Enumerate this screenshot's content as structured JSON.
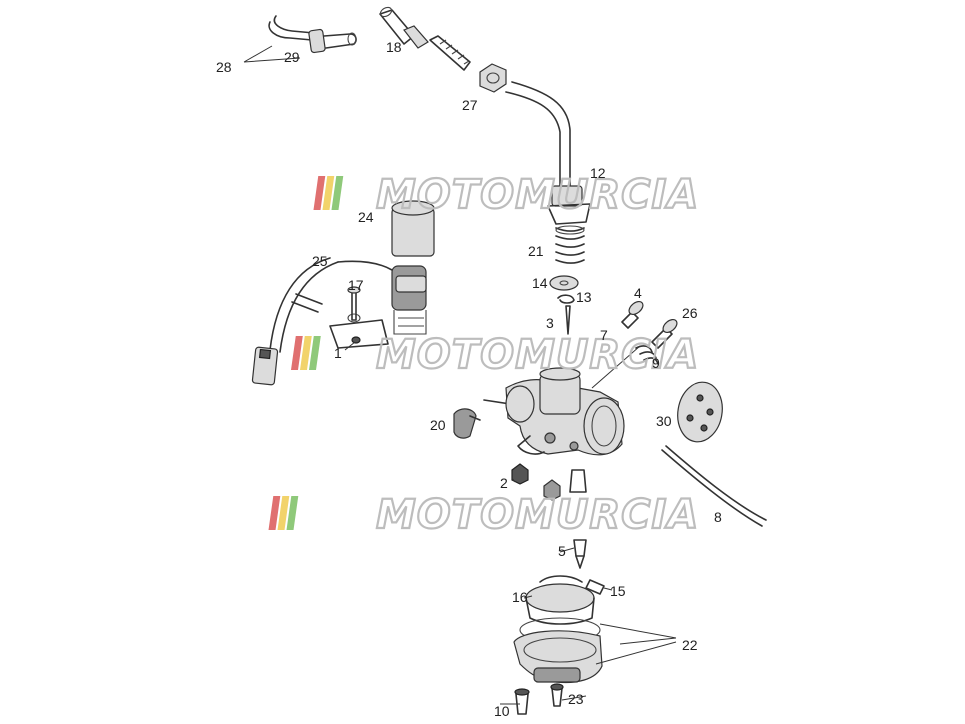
{
  "watermark": {
    "text": "MOTOMURCIA",
    "stripe_colors": [
      "#e07070",
      "#f2d36b",
      "#8fc97a"
    ]
  },
  "labels": [
    {
      "id": "1",
      "text": "1"
    },
    {
      "id": "2",
      "text": "2"
    },
    {
      "id": "3",
      "text": "3"
    },
    {
      "id": "4",
      "text": "4"
    },
    {
      "id": "5",
      "text": "5"
    },
    {
      "id": "7",
      "text": "7"
    },
    {
      "id": "8",
      "text": "8"
    },
    {
      "id": "9",
      "text": "9"
    },
    {
      "id": "10",
      "text": "10"
    },
    {
      "id": "12",
      "text": "12"
    },
    {
      "id": "13",
      "text": "13"
    },
    {
      "id": "14",
      "text": "14"
    },
    {
      "id": "15",
      "text": "15"
    },
    {
      "id": "16",
      "text": "16"
    },
    {
      "id": "17",
      "text": "17"
    },
    {
      "id": "18",
      "text": "18"
    },
    {
      "id": "20",
      "text": "20"
    },
    {
      "id": "21",
      "text": "21"
    },
    {
      "id": "22",
      "text": "22"
    },
    {
      "id": "23",
      "text": "23"
    },
    {
      "id": "24",
      "text": "24"
    },
    {
      "id": "25",
      "text": "25"
    },
    {
      "id": "26",
      "text": "26"
    },
    {
      "id": "27",
      "text": "27"
    },
    {
      "id": "28",
      "text": "28"
    },
    {
      "id": "29",
      "text": "29"
    },
    {
      "id": "30",
      "text": "30"
    }
  ]
}
